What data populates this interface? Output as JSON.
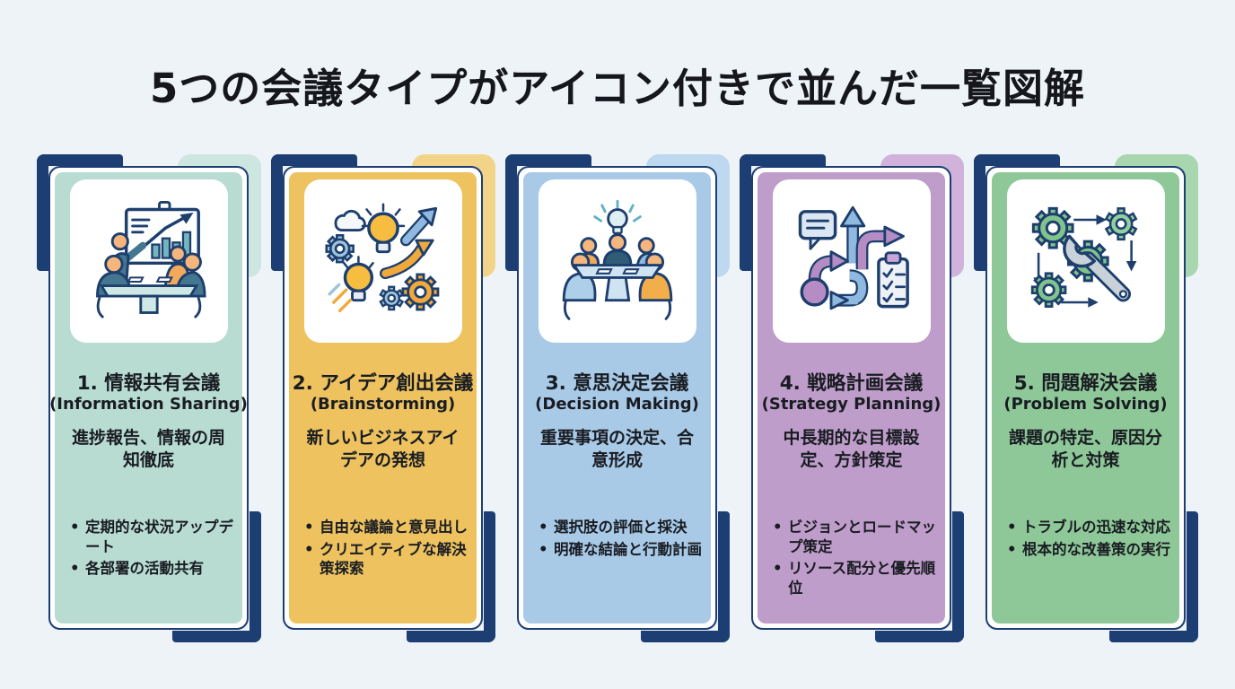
{
  "page": {
    "title": "5つの会議タイプがアイコン付きで並んだ一覧図解",
    "background_color": "#eef3f8",
    "frame_color": "#1c3e73",
    "text_color": "#191c22"
  },
  "cards": [
    {
      "number": "1",
      "title": "1. 情報共有会議",
      "subtitle": "(Information Sharing)",
      "description": "進捗報告、情報の周知徹底",
      "bullets": [
        "定期的な状況アップデート",
        "各部署の活動共有"
      ],
      "icon": "presentation-meeting-icon",
      "panel_color": "#b8dcd2",
      "echo_color": "#cde6df"
    },
    {
      "number": "2",
      "title": "2. アイデア創出会議",
      "subtitle": "(Brainstorming)",
      "description": "新しいビジネスアイデアの発想",
      "bullets": [
        "自由な議論と意見出し",
        "クリエイティブな解決策探索"
      ],
      "icon": "lightbulb-ideas-icon",
      "panel_color": "#edc25f",
      "echo_color": "#f2d489"
    },
    {
      "number": "3",
      "title": "3. 意思決定会議",
      "subtitle": "(Decision Making)",
      "description": "重要事項の決定、合意形成",
      "bullets": [
        "選択肢の評価と採決",
        "明確な結論と行動計画"
      ],
      "icon": "roundtable-decision-icon",
      "panel_color": "#a8cae7",
      "echo_color": "#bdd8ef"
    },
    {
      "number": "4",
      "title": "4. 戦略計画会議",
      "subtitle": "(Strategy Planning)",
      "description": "中長期的な目標設定、方針策定",
      "bullets": [
        "ビジョンとロードマップ策定",
        "リソース配分と優先順位"
      ],
      "icon": "roadmap-strategy-icon",
      "panel_color": "#bf9dca",
      "echo_color": "#d0b2da"
    },
    {
      "number": "5",
      "title": "5. 問題解決会議",
      "subtitle": "(Problem Solving)",
      "description": "課題の特定、原因分析と対策",
      "bullets": [
        "トラブルの迅速な対応",
        "根本的な改善策の実行"
      ],
      "icon": "gears-wrench-icon",
      "panel_color": "#8ec898",
      "echo_color": "#a8d6af"
    }
  ]
}
